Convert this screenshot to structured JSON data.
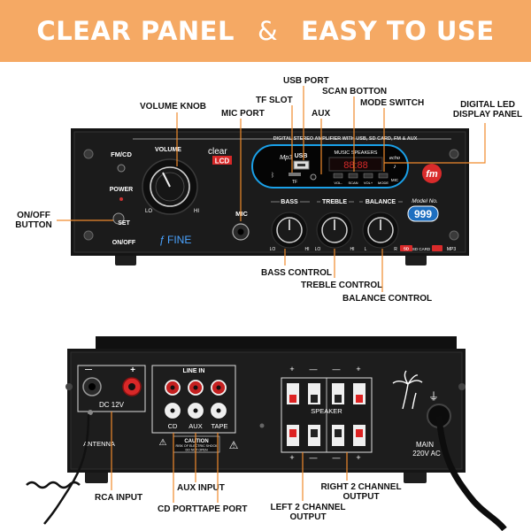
{
  "banner": {
    "part1": "CLEAR PANEL",
    "ampersand": "&",
    "part2": "EASY TO USE",
    "bg_color": "#f5a964",
    "leader_color": "#f08a2c"
  },
  "front": {
    "labels": {
      "usb_port": "USB PORT",
      "tf_slot": "TF SLOT",
      "scan_button": "SCAN BOTTON",
      "volume_knob": "VOLUME KNOB",
      "mic_port": "MIC PORT",
      "aux": "AUX",
      "mode_switch": "MODE SWITCH",
      "digital_led_1": "DIGITAL LED",
      "digital_led_2": "DISPLAY PANEL",
      "onoff_1": "ON/OFF",
      "onoff_2": "BUTTON",
      "bass_control": "BASS CONTROL",
      "treble_control": "TREBLE CONTROL",
      "balance_control": "BALANCE CONTROL"
    },
    "panel": {
      "header": "DIGITAL STEREO AMPLIFIER WITH USB, SD CARD, FM & AUX",
      "fm_cd": "FM/CD",
      "power": "POWER",
      "set_1": "SET",
      "set_2": "ON/OFF",
      "volume": "VOLUME",
      "lo": "LO",
      "hi": "HI",
      "clear": "clear",
      "lcd": "LCD",
      "brand": "FINE",
      "mic": "MIC",
      "usb": "USB",
      "tf": "TF",
      "music_speakers": "MUSIC SPEAKERS",
      "echo": "echo",
      "mic_small": "MIC",
      "vol_minus": "VOL-",
      "scan": "SCAN",
      "vol_plus": "VOL+",
      "mode": "MODE",
      "bass": "BASS",
      "treble": "TREBLE",
      "balance": "BALANCE",
      "l": "L",
      "r": "R",
      "model_no": "Model No.",
      "model_num": "999",
      "fm_logo": "fm",
      "sd_card": "SD CARD",
      "mp3": "MP3",
      "display_digits": "88:88"
    }
  },
  "rear": {
    "labels": {
      "rca_input": "RCA INPUT",
      "aux_input": "AUX INPUT",
      "cd_port": "CD PORT",
      "tape_port": "TAPE PORT",
      "left_1": "LEFT 2 CHANNEL",
      "left_2": "OUTPUT",
      "right_1": "RIGHT 2 CHANNEL",
      "right_2": "OUTPUT"
    },
    "panel": {
      "minus": "—",
      "plus": "+",
      "dc": "DC 12V",
      "line_in": "LINE IN",
      "cd": "CD",
      "aux": "AUX",
      "tape": "TAPE",
      "caution": "CAUTION",
      "caution_1": "RISK OF ELECTRIC SHOCK",
      "caution_2": "DO NOT OPEN",
      "speaker": "SPEAKER",
      "antenna": "ANTENNA",
      "main_1": "MAIN",
      "main_2": "220V AC"
    }
  }
}
